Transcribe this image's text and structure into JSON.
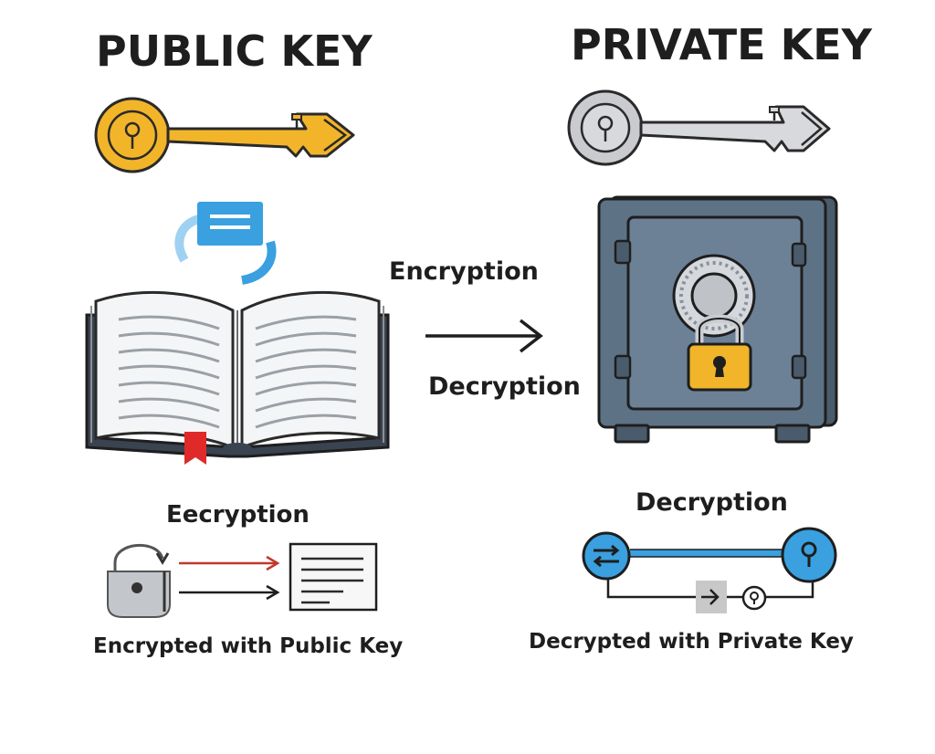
{
  "titles": {
    "public": "PUBLIC KEY",
    "private": "PRIVATE KEY"
  },
  "center": {
    "encryption": "Encryption",
    "decryption": "Decryption"
  },
  "left_panel": {
    "heading": "Eecryption",
    "caption": "Encrypted with Public Key"
  },
  "right_panel": {
    "heading": "Decryption",
    "caption": "Decrypted with Private Key"
  },
  "icons": [
    "public-key-icon",
    "private-key-icon",
    "message-bubble-icon",
    "open-book-icon",
    "bookmark-icon",
    "safe-icon",
    "padlock-icon",
    "open-padlock-icon",
    "document-icon",
    "exchange-icon",
    "keyhole-icon"
  ],
  "colors": {
    "public_key": "#F2B52A",
    "private_key": "#C9CBCF",
    "safe": "#5D7285",
    "padlock": "#F2B52A",
    "bubble": "#3AA0E0",
    "bookmark": "#E02A2A",
    "link_blue": "#3AA0E0",
    "red_arrow": "#C0392B"
  }
}
